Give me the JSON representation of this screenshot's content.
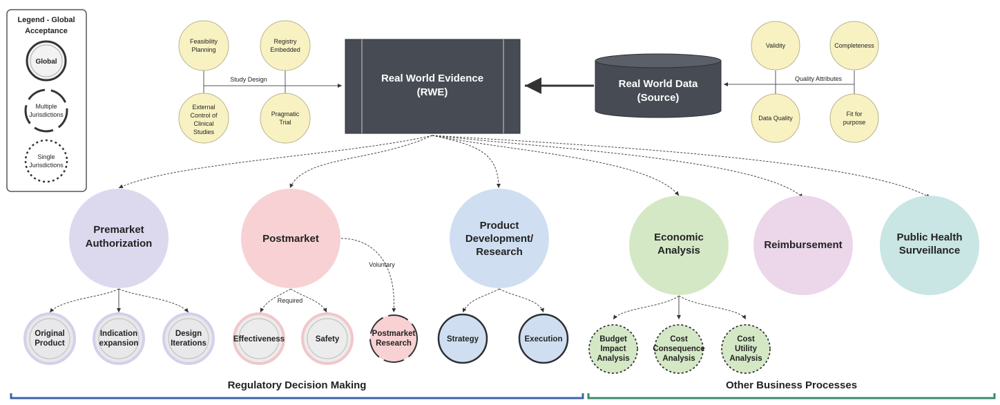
{
  "legend": {
    "title_line1": "Legend - Global",
    "title_line2": "Acceptance",
    "global": "Global",
    "multiple_line1": "Multiple",
    "multiple_line2": "Jurisdictions",
    "single_line1": "Single",
    "single_line2": "Jurisdictions"
  },
  "rwe": {
    "line1": "Real World Evidence",
    "line2": "(RWE)",
    "color": "#474c54"
  },
  "rwd": {
    "line1": "Real World Data",
    "line2": "(Source)",
    "color": "#474c54"
  },
  "study_design": {
    "label": "Study Design",
    "feasibility": [
      "Feasibility",
      "Planning"
    ],
    "registry": [
      "Registry",
      "Embedded"
    ],
    "external": [
      "External",
      "Control of",
      "Clinical",
      "Studies"
    ],
    "pragmatic": [
      "Pragmatic",
      "Trial"
    ]
  },
  "quality": {
    "label": "Quality Attributes",
    "validity": "Validity",
    "completeness": "Completeness",
    "data_quality": "Data Quality",
    "fit": [
      "Fit for",
      "purpose"
    ]
  },
  "categories": {
    "premarket": [
      "Premarket",
      "Authorization"
    ],
    "postmarket": "Postmarket",
    "product_dev": [
      "Product",
      "Development/",
      "Research"
    ],
    "economic": [
      "Economic",
      "Analysis"
    ],
    "reimbursement": "Reimbursement",
    "public_health": [
      "Public Health",
      "Surveillance"
    ]
  },
  "sub": {
    "original": [
      "Original",
      "Product"
    ],
    "indication": [
      "Indication",
      "expansion"
    ],
    "design": [
      "Design",
      "Iterations"
    ],
    "required": "Required",
    "voluntary": "Voluntary",
    "effectiveness": "Effectiveness",
    "safety": "Safety",
    "postmarket_research": [
      "Postmarket",
      "Research"
    ],
    "strategy": "Strategy",
    "execution": "Execution",
    "budget": [
      "Budget",
      "Impact",
      "Analysis"
    ],
    "cost_consequence": [
      "Cost",
      "Consequence",
      "Analysis"
    ],
    "cost_utility": [
      "Cost",
      "Utility",
      "Analysis"
    ]
  },
  "footer": {
    "regulatory": "Regulatory Decision Making",
    "other": "Other Business Processes"
  },
  "colors": {
    "yellow": "#f8f2c2",
    "lavender": "#dcd9ef",
    "pink": "#f7d1d3",
    "blue": "#cfdff1",
    "green": "#d4e8c6",
    "mauve": "#ebd6ea",
    "teal": "#c9e5e4",
    "bracket_blue": "#3a64a8",
    "bracket_green": "#3a8a6a"
  }
}
